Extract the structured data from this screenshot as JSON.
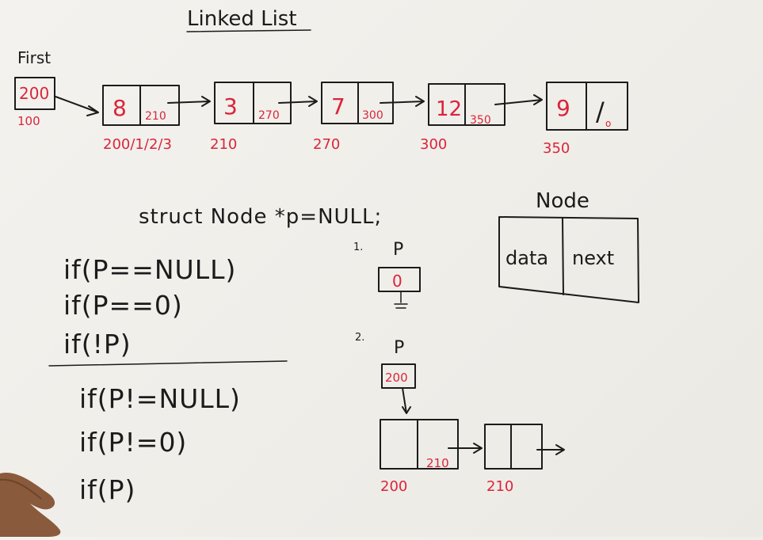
{
  "title": "Linked List",
  "first": {
    "label": "First",
    "value": "200",
    "address": "100"
  },
  "nodes": [
    {
      "data": "8",
      "next": "210",
      "address": "200/1/2/3"
    },
    {
      "data": "3",
      "next": "270",
      "address": "210"
    },
    {
      "data": "7",
      "next": "300",
      "address": "270"
    },
    {
      "data": "12",
      "next": "350",
      "address": "300"
    },
    {
      "data": "9",
      "next": "/",
      "null_mark": "o",
      "address": "350"
    }
  ],
  "declaration": "struct Node *p=NULL;",
  "null_checks": [
    "if(P==NULL)",
    "if(P==0)",
    "if(!P)"
  ],
  "not_null_checks": [
    "if(P!=NULL)",
    "if(P!=0)",
    "if(P)"
  ],
  "node_struct": {
    "title": "Node",
    "field1": "data",
    "field2": "next"
  },
  "case1": {
    "number": "1.",
    "pointer": "P",
    "value": "0"
  },
  "case2": {
    "number": "2.",
    "pointer": "P",
    "value": "200",
    "node_a": {
      "next": "210",
      "address": "200"
    },
    "node_b": {
      "address": "210"
    }
  },
  "colors": {
    "ink": "#1b1b1b",
    "red": "#d9253a",
    "board": "#f1f0ec"
  }
}
